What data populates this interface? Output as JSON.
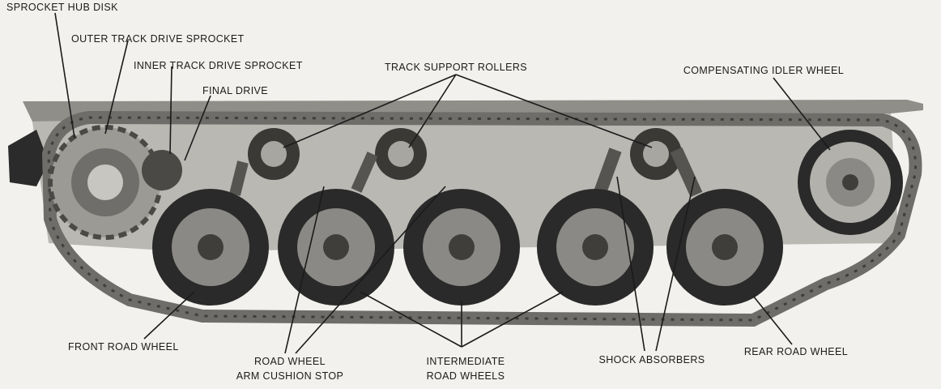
{
  "labels": {
    "sprocket_hub_disk": "SPROCKET HUB DISK",
    "outer_track_drive_sprocket": "OUTER TRACK DRIVE SPROCKET",
    "inner_track_drive_sprocket": "INNER TRACK DRIVE SPROCKET",
    "final_drive": "FINAL DRIVE",
    "track_support_rollers": "TRACK SUPPORT ROLLERS",
    "compensating_idler_wheel": "COMPENSATING IDLER WHEEL",
    "front_road_wheel": "FRONT ROAD WHEEL",
    "road_wheel_line1": "ROAD WHEEL",
    "road_wheel_line2": "ARM CUSHION STOP",
    "intermediate_line1": "INTERMEDIATE",
    "intermediate_line2": "ROAD WHEELS",
    "shock_absorbers": "SHOCK ABSORBERS",
    "rear_road_wheel": "REAR ROAD WHEEL"
  },
  "colors": {
    "background": "#f2f1ed",
    "hull": "#b9b8b3",
    "track": "#6e6d69",
    "tire": "#2a2a2a",
    "hub": "#8a8985",
    "ink": "#1b1b1b"
  }
}
